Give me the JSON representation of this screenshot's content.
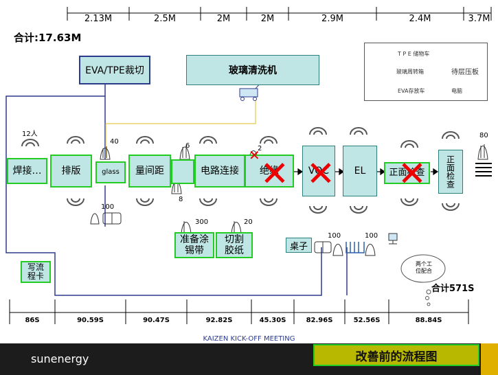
{
  "top_segments": [
    "2.13M",
    "2.5M",
    "2M",
    "2M",
    "2.9M",
    "2.4M",
    "3.7M"
  ],
  "total_cost": "合计:17.63M",
  "boxes": {
    "eva_cut": "EVA/TPE裁切",
    "glass_wash": "玻璃清洗机",
    "welding": "焊接…",
    "layout": "排版",
    "glass": "glass",
    "measure": "量间距",
    "circuit": "电路连接",
    "insulation": "绝缘",
    "voc": "VOC",
    "el": "EL",
    "front_check": "正面检查",
    "front_inspect": "正面检查",
    "prep_tin": "准备涂\n锡带",
    "cut_film": "切割\n胶纸",
    "write_card": "写流\n程卡",
    "desk": "桌子"
  },
  "counts": {
    "workers": "12人",
    "glass_stack": "40",
    "c6": "6",
    "c8": "8",
    "c2": "2",
    "c100a": "100",
    "c300": "300",
    "c20": "20",
    "c100b": "100",
    "c100c": "100",
    "c80": "80"
  },
  "legend": {
    "tpe_cart": "T P E 储物车",
    "glass_cart": "玻璃周转箱",
    "pending_lam": "待层压板",
    "eva_cart": "EVA存放车",
    "computer": "电脑"
  },
  "cloud_text": "两个工\n位配合",
  "total_time": "合计571S",
  "times": [
    "86S",
    "90.59S",
    "90.47S",
    "92.82S",
    "45.30S",
    "82.96S",
    "52.56S",
    "88.84S"
  ],
  "footer": {
    "meeting": "KAIZEN KICK-OFF MEETING",
    "brand": "sunenergy",
    "banner": "改善前的流程图"
  }
}
